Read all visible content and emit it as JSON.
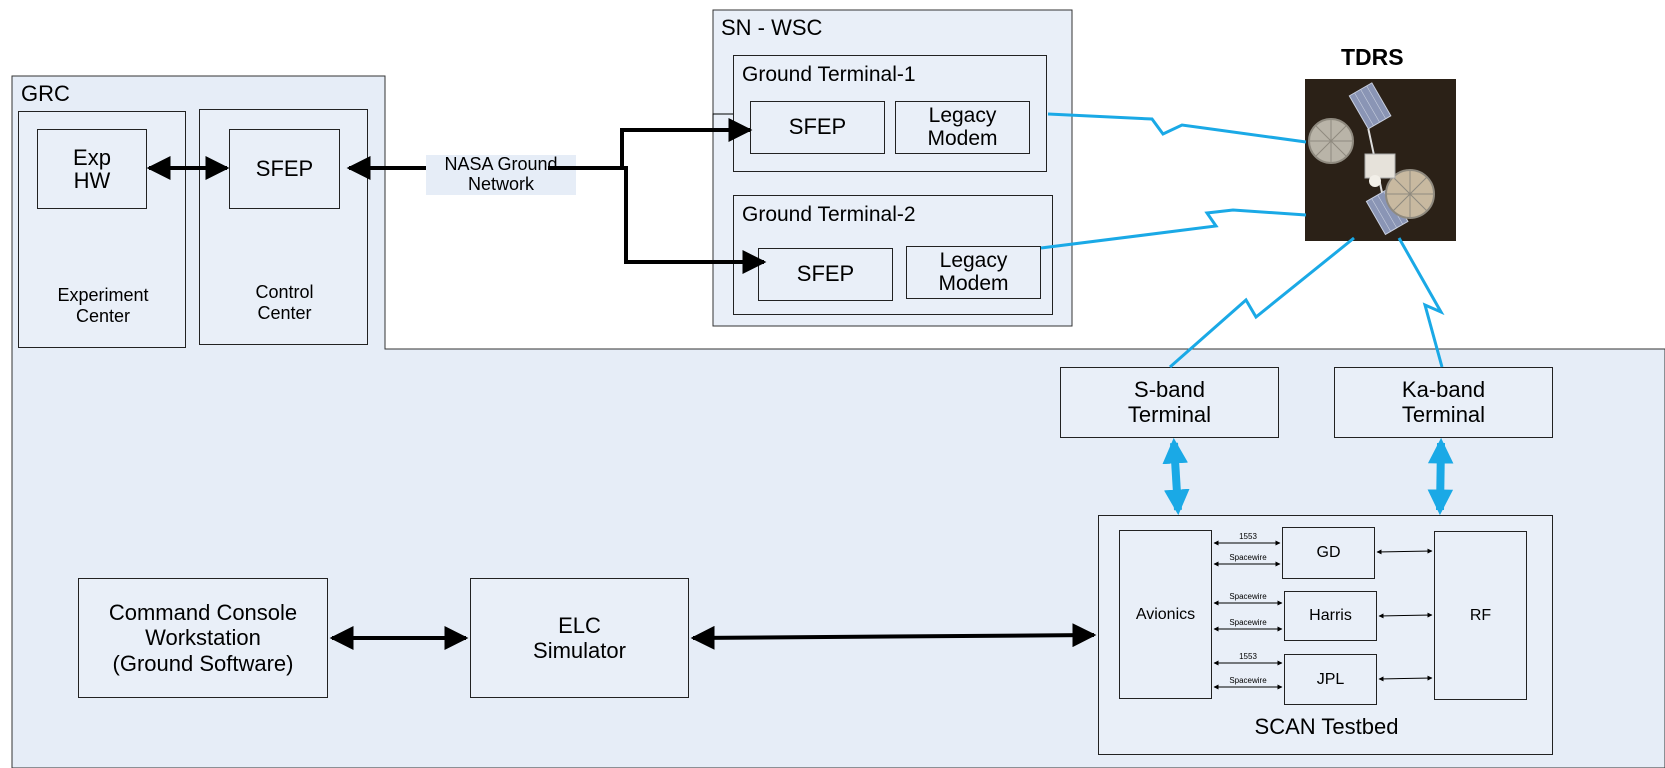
{
  "labels": {
    "grc": "GRC",
    "sn_wsc": "SN - WSC",
    "tdrs": "TDRS",
    "exp_hw": "Exp\nHW",
    "sfep": "SFEP",
    "experiment_center": "Experiment\nCenter",
    "control_center": "Control\nCenter",
    "nasa_ground_network": "NASA Ground\nNetwork",
    "ground_terminal_1": "Ground Terminal-1",
    "ground_terminal_2": "Ground Terminal-2",
    "legacy_modem": "Legacy\nModem",
    "s_band_terminal": "S-band\nTerminal",
    "ka_band_terminal": "Ka-band\nTerminal",
    "command_console": "Command Console\nWorkstation\n(Ground Software)",
    "elc_simulator": "ELC\nSimulator",
    "avionics": "Avionics",
    "gd": "GD",
    "harris": "Harris",
    "jpl": "JPL",
    "rf": "RF",
    "scan_testbed": "SCAN Testbed",
    "link_1553": "1553",
    "link_spacewire": "Spacewire"
  },
  "colors": {
    "box_fill": "#e9eff8",
    "rf_link": "#1aa9e6",
    "wire": "#000000"
  }
}
